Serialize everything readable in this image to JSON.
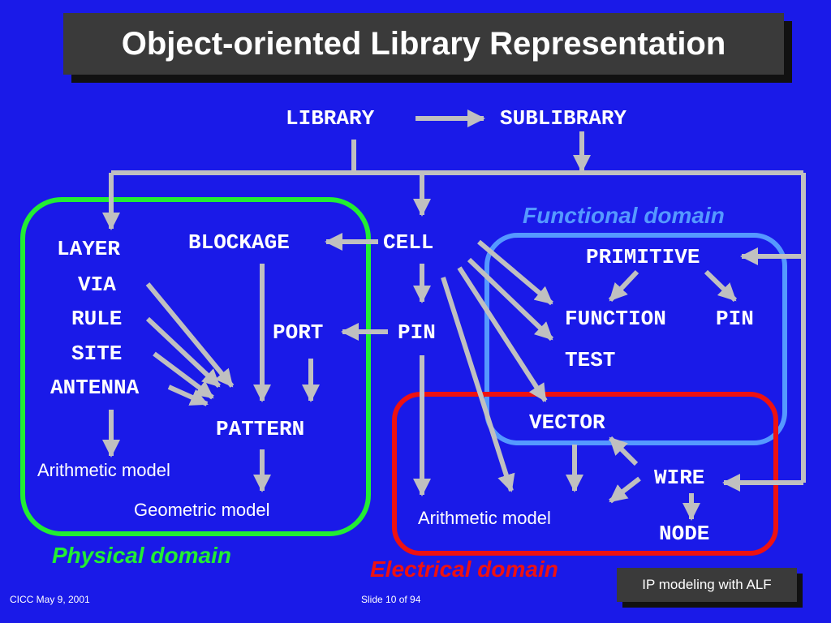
{
  "title": "Object-oriented Library Representation",
  "nodes": {
    "library": "LIBRARY",
    "sublibrary": "SUBLIBRARY",
    "layer": "LAYER",
    "via": "VIA",
    "rule": "RULE",
    "site": "SITE",
    "antenna": "ANTENNA",
    "blockage": "BLOCKAGE",
    "cell": "CELL",
    "port": "PORT",
    "pin": "PIN",
    "pattern": "PATTERN",
    "primitive": "PRIMITIVE",
    "function": "FUNCTION",
    "primitive_pin": "PIN",
    "test": "TEST",
    "vector": "VECTOR",
    "wire": "WIRE",
    "node": "NODE"
  },
  "notes": {
    "arith_physical": "Arithmetic model",
    "geometric": "Geometric model",
    "arith_electrical": "Arithmetic model"
  },
  "domains": {
    "functional": "Functional domain",
    "physical": "Physical domain",
    "electrical": "Electrical domain"
  },
  "colors": {
    "background": "#1a1ae8",
    "physical": "#22ee33",
    "functional": "#5599ff",
    "electrical": "#ee1111",
    "arrow": "#c0c0c0"
  },
  "footer": {
    "left": "CICC May 9, 2001",
    "center": "Slide 10 of 94",
    "badge": "IP modeling with ALF"
  }
}
